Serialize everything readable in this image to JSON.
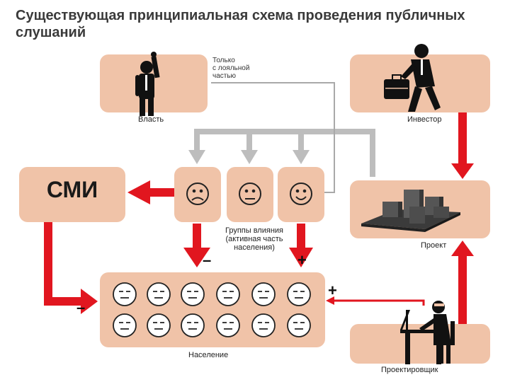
{
  "title": "Существующая принципиальная схема проведения публичных слушаний",
  "nodes": {
    "vlast": "Власть",
    "investor": "Инвестор",
    "smi": "СМИ",
    "groups": "Группы влияния (активная часть населения)",
    "groups_line1": "Группы влияния",
    "groups_line2": "(активная часть",
    "groups_line3": "населения)",
    "project": "Проект",
    "population": "Население",
    "designer": "Проектировщик"
  },
  "note": {
    "line1": "Только",
    "line2": "с лояльной",
    "line3": "частью"
  },
  "signs": {
    "minus_groups": "–",
    "plus_groups": "+",
    "minus_smi": "–",
    "plus_designer": "+"
  },
  "colors": {
    "box": "#f0c3a8",
    "arrow_red": "#e1161f",
    "arrow_gray": "#bdbdbd",
    "line_gray": "#a9a9a9"
  }
}
